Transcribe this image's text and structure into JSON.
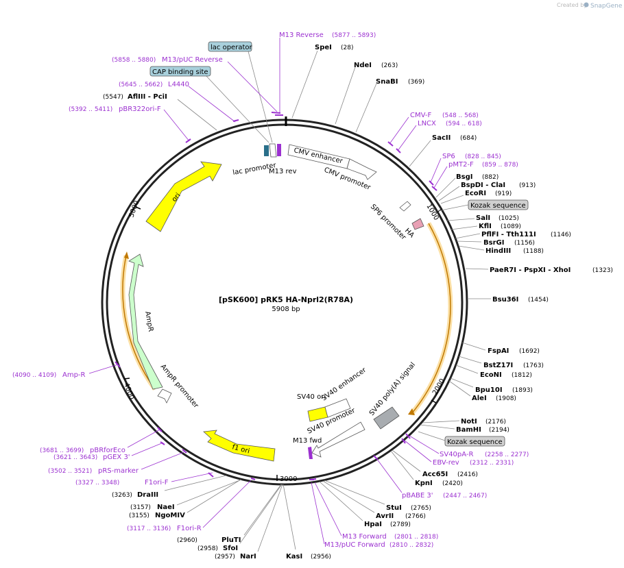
{
  "credit": {
    "created_by": "Created by",
    "brand": "SnapGene"
  },
  "plasmid": {
    "name": "[pSK600] pRK5 HA-Nprl2(R78A)",
    "length": "5908 bp"
  },
  "ticks": [
    "1000",
    "2000",
    "3000",
    "4000",
    "5000"
  ],
  "sites": [
    {
      "name": "SpeI",
      "pos": "(28)"
    },
    {
      "name": "NdeI",
      "pos": "(263)"
    },
    {
      "name": "SnaBI",
      "pos": "(369)"
    },
    {
      "name": "SacII",
      "pos": "(684)"
    },
    {
      "name": "BsgI",
      "pos": "(882)"
    },
    {
      "name": "BspDI  - ClaI",
      "pos": "(913)"
    },
    {
      "name": "EcoRI",
      "pos": "(919)"
    },
    {
      "name": "SalI",
      "pos": "(1025)"
    },
    {
      "name": "KflI",
      "pos": "(1089)"
    },
    {
      "name": "PflFI  - Tth111I",
      "pos": "(1146)"
    },
    {
      "name": "BsrGI",
      "pos": "(1156)"
    },
    {
      "name": "HindIII",
      "pos": "(1188)"
    },
    {
      "name": "PaeR7I  - PspXI  - XhoI",
      "pos": "(1323)"
    },
    {
      "name": "Bsu36I",
      "pos": "(1454)"
    },
    {
      "name": "FspAI",
      "pos": "(1692)"
    },
    {
      "name": "BstZ17I",
      "pos": "(1763)"
    },
    {
      "name": "EcoNI",
      "pos": "(1812)"
    },
    {
      "name": "Bpu10I",
      "pos": "(1893)"
    },
    {
      "name": "AleI",
      "pos": "(1908)"
    },
    {
      "name": "NotI",
      "pos": "(2176)"
    },
    {
      "name": "BamHI",
      "pos": "(2194)"
    },
    {
      "name": "Acc65I",
      "pos": "(2416)"
    },
    {
      "name": "KpnI",
      "pos": "(2420)"
    },
    {
      "name": "StuI",
      "pos": "(2765)"
    },
    {
      "name": "AvrII",
      "pos": "(2766)"
    },
    {
      "name": "HpaI",
      "pos": "(2789)"
    },
    {
      "name": "KasI",
      "pos": "(2956)"
    },
    {
      "name": "NarI",
      "pos": "(2957)"
    },
    {
      "name": "SfoI",
      "pos": "(2958)"
    },
    {
      "name": "PluTI",
      "pos": "(2960)"
    },
    {
      "name": "NgoMIV",
      "pos": "(3155)"
    },
    {
      "name": "NaeI",
      "pos": "(3157)"
    },
    {
      "name": "DraIII",
      "pos": "(3263)"
    },
    {
      "name": "AflIII  - PciI",
      "pos": "(5547)"
    }
  ],
  "primers": [
    {
      "name": "M13 Reverse",
      "pos": "(5877 .. 5893)"
    },
    {
      "name": "M13/pUC Reverse",
      "pos": "(5858 .. 5880)"
    },
    {
      "name": "L4440",
      "pos": "(5645 .. 5662)"
    },
    {
      "name": "pBR322ori-F",
      "pos": "(5392 .. 5411)"
    },
    {
      "name": "CMV-F",
      "pos": "(548 .. 568)"
    },
    {
      "name": "LNCX",
      "pos": "(594 .. 618)"
    },
    {
      "name": "SP6",
      "pos": "(828 .. 845)"
    },
    {
      "name": "pMT2-F",
      "pos": "(859 .. 878)"
    },
    {
      "name": "SV40pA-R",
      "pos": "(2258 .. 2277)"
    },
    {
      "name": "EBV-rev",
      "pos": "(2312 .. 2331)"
    },
    {
      "name": "pBABE 3'",
      "pos": "(2447 .. 2467)"
    },
    {
      "name": "M13 Forward",
      "pos": "(2801 .. 2818)"
    },
    {
      "name": "M13/pUC Forward",
      "pos": "(2810 .. 2832)"
    },
    {
      "name": "F1ori-R",
      "pos": "(3117 .. 3136)"
    },
    {
      "name": "F1ori-F",
      "pos": "(3327 .. 3348)"
    },
    {
      "name": "pRS-marker",
      "pos": "(3502 .. 3521)"
    },
    {
      "name": "pGEX 3'",
      "pos": "(3621 .. 3643)"
    },
    {
      "name": "pBRforEco",
      "pos": "(3681 .. 3699)"
    },
    {
      "name": "Amp-R",
      "pos": "(4090 .. 4109)"
    }
  ],
  "boxed_features": [
    "lac operator",
    "CAP binding site",
    "Kozak sequence",
    "Kozak sequence"
  ],
  "features": [
    {
      "name": "CMV enhancer",
      "color": "#ffffff"
    },
    {
      "name": "CMV promoter",
      "color": "#ffffff"
    },
    {
      "name": "lac promoter",
      "color": "#ffffff"
    },
    {
      "name": "M13 rev",
      "color": "#9b30d0"
    },
    {
      "name": "SP6 promoter",
      "color": "#ffffff"
    },
    {
      "name": "HA",
      "color": "#e8a0b4"
    },
    {
      "name": "SV40 poly(A) signal",
      "color": "#a8acb0"
    },
    {
      "name": "SV40 ori",
      "color": "#ffff00"
    },
    {
      "name": "SV40 enhancer",
      "color": "#ffffff"
    },
    {
      "name": "SV40 promoter",
      "color": "#ffffff"
    },
    {
      "name": "M13 fwd",
      "color": "#9b30d0"
    },
    {
      "name": "f1 ori",
      "color": "#ffff00"
    },
    {
      "name": "AmpR promoter",
      "color": "#ffffff"
    },
    {
      "name": "AmpR",
      "color": "#ccffcc"
    },
    {
      "name": "ori",
      "color": "#ffff00"
    }
  ],
  "colors": {
    "primer": "#9b30d0",
    "orf": "#f5a623",
    "box_fill": "#a8d0dc",
    "kozak_fill": "#d0d0d0",
    "backbone": "#222222"
  }
}
